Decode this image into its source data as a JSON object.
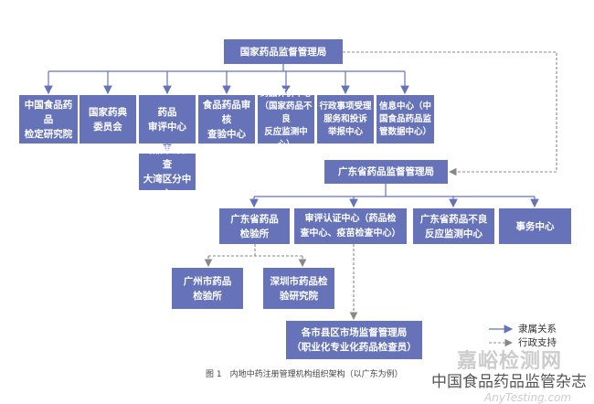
{
  "top": "国家药品监督管理局",
  "row1": [
    "中国食品药品\n检定研究院",
    "国家药典\n委员会",
    "药品\n审评中心",
    "食品药品审核\n查验中心",
    "药品评价中心\n（国家药品不良\n反应监测中心）",
    "行政事项受理\n服务和投诉\n举报中心",
    "信息中心（中\n国食品药品监\n管数据中心）"
  ],
  "sub_center": "药品审评检查\n大湾区分中心",
  "guangdong": "广东省药品监督管理局",
  "row2": [
    "广东省药品\n检验所",
    "审评认证中心（药品检\n查中心、疫苗检查中心）",
    "广东省药品不良\n反应监测中心",
    "事务中心"
  ],
  "row3": [
    "广州市药品\n检验所",
    "深圳市药品检\n验研究院"
  ],
  "local": "各市县区市场监督管理局\n（职业化专业化药品检查员）",
  "legend": {
    "solid": "隶属关系",
    "dashed": "行政支持"
  },
  "caption": "图 1　内地中药注册管理机构组织架构（以广东为例）",
  "watermark": {
    "source": "中国食品药品监管杂志",
    "site": "嘉峪检测网",
    "url": "AnyTesting.com"
  },
  "colors": {
    "box": "#6673b8",
    "solid_line": "#6673b8",
    "dashed_line": "#888888"
  }
}
